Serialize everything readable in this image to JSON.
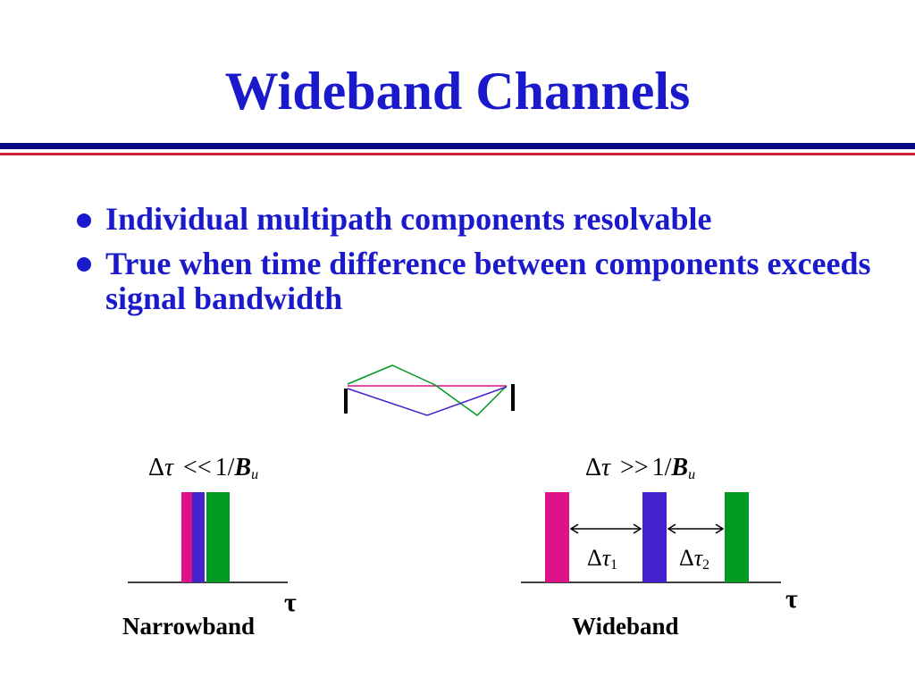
{
  "title": "Wideband Channels",
  "bullets": [
    "Individual multipath components resolvable",
    "True when time difference between components exceeds signal bandwidth"
  ],
  "narrowband": {
    "caption": "Narrowband",
    "axis_label": "τ",
    "condition": {
      "delta": "Δ",
      "tau": "τ",
      "op": "<<",
      "one": "1/",
      "B": "B",
      "sub": "u"
    }
  },
  "wideband": {
    "caption": "Wideband",
    "axis_label": "τ",
    "condition": {
      "delta": "Δ",
      "tau": "τ",
      "op": ">>",
      "one": "1/",
      "B": "B",
      "sub": "u"
    },
    "gap1": {
      "delta": "Δ",
      "tau": "τ",
      "sub": "1"
    },
    "gap2": {
      "delta": "Δ",
      "tau": "τ",
      "sub": "2"
    }
  },
  "colors": {
    "magenta": "#dd1188",
    "blue": "#4422cc",
    "green": "#009922",
    "title": "#1a1acc"
  }
}
